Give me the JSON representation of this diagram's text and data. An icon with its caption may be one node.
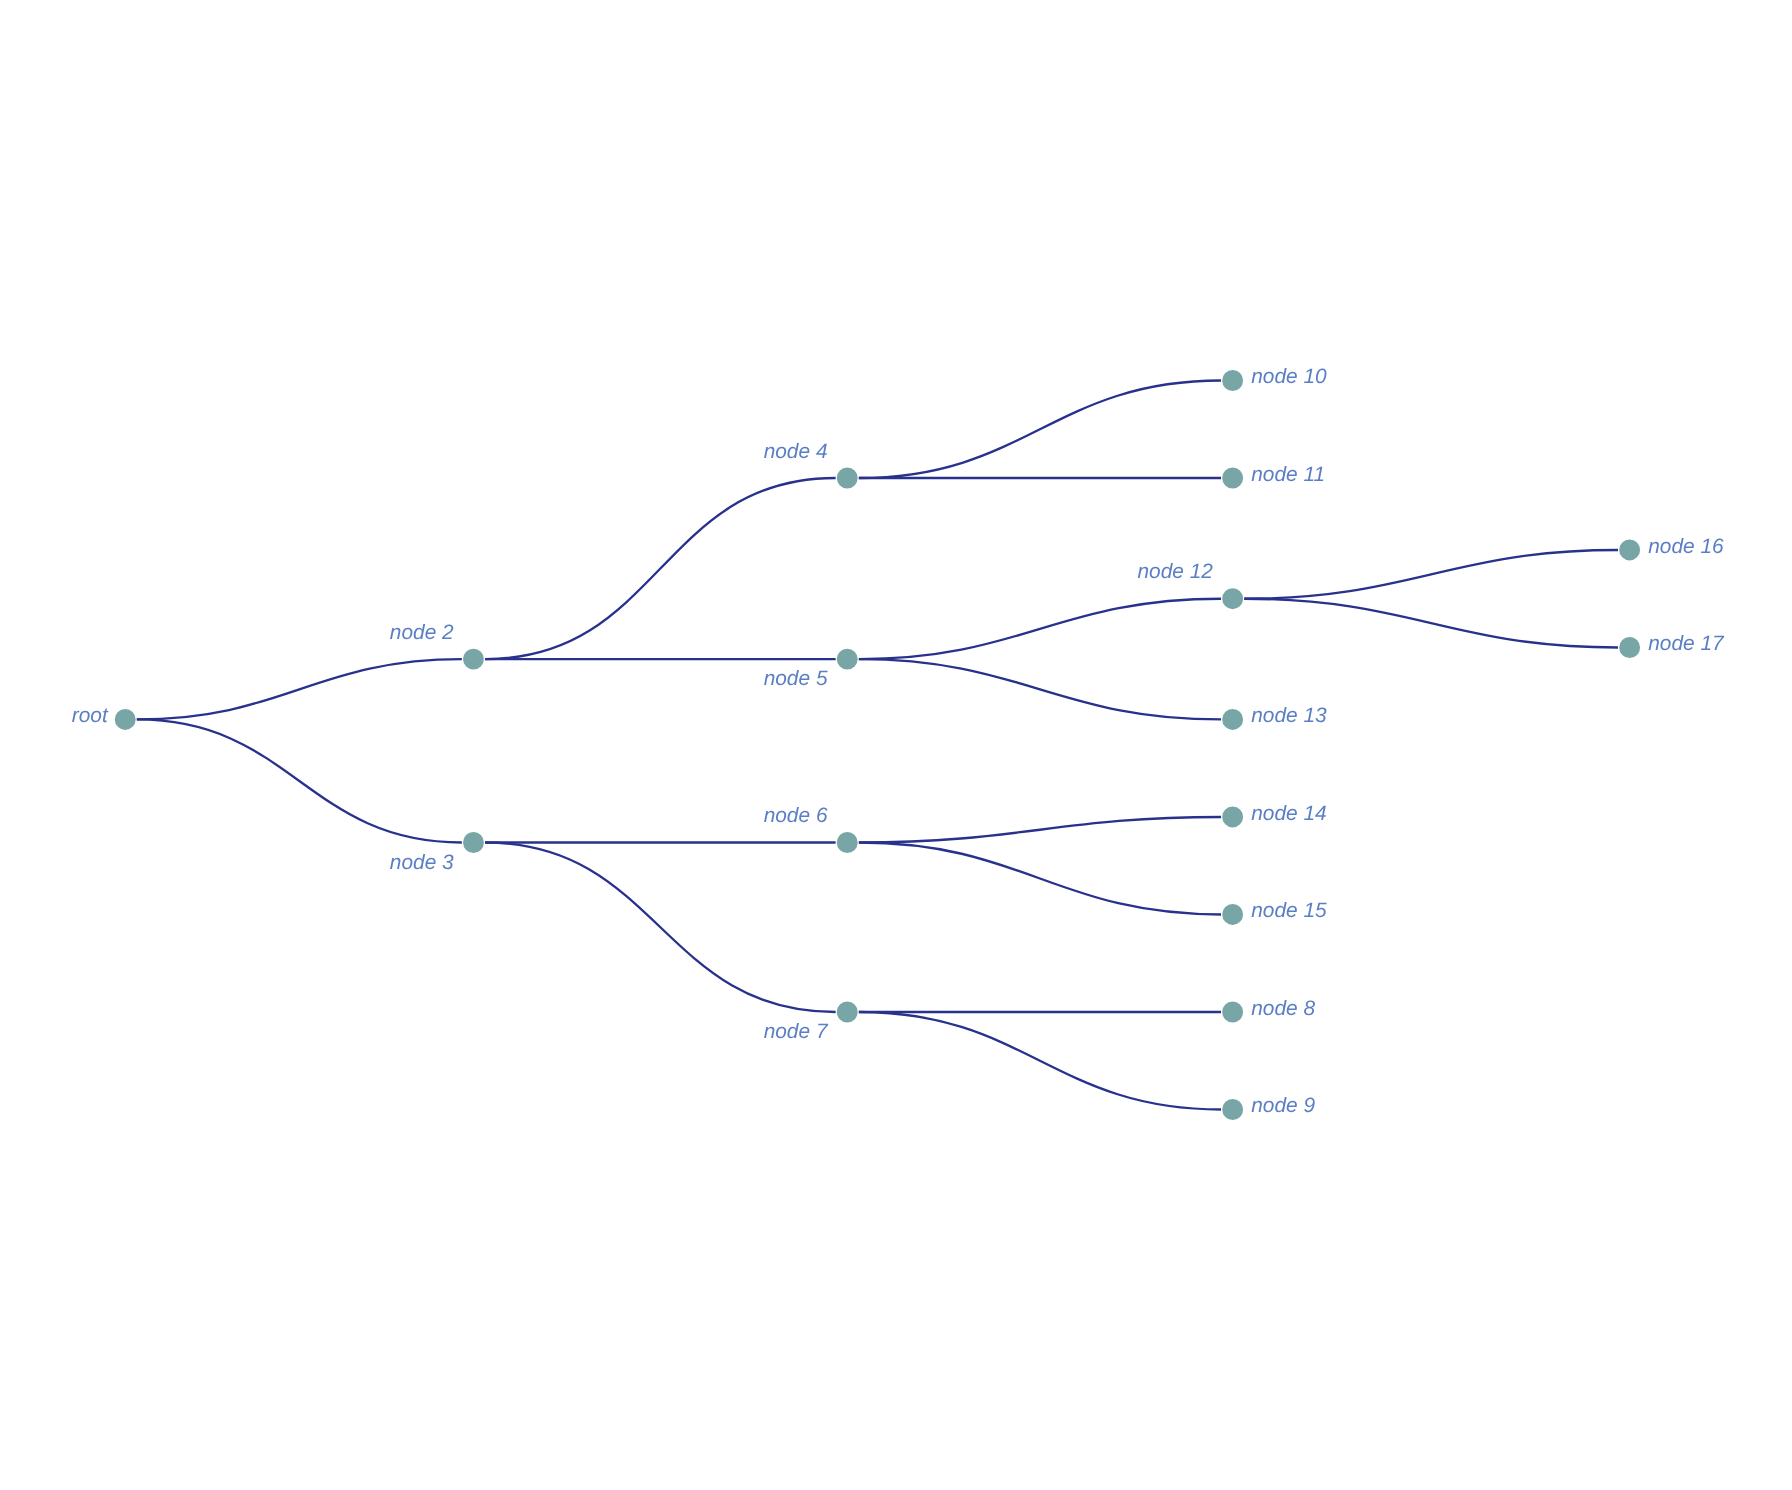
{
  "diagram": {
    "nodes": [
      {
        "text": [],
        "shape": "circle",
        "beside": [
          "root"
        ]
      },
      {
        "text": [],
        "shape": "circle",
        "beside": [
          "node 2"
        ]
      },
      {
        "text": [],
        "shape": "circle",
        "beside": [
          "node 3"
        ]
      },
      {
        "text": [],
        "shape": "circle",
        "beside": [
          "node 4"
        ]
      },
      {
        "text": [],
        "shape": "circle",
        "beside": [
          "node 5"
        ]
      },
      {
        "text": [],
        "shape": "circle",
        "beside": [
          "node 6"
        ]
      },
      {
        "text": [],
        "shape": "circle",
        "beside": [
          "node 7"
        ]
      },
      {
        "text": [],
        "shape": "circle",
        "beside": [
          "node 10"
        ]
      },
      {
        "text": [],
        "shape": "circle",
        "beside": [
          "node 11"
        ]
      },
      {
        "text": [],
        "shape": "circle",
        "beside": [
          "node 12"
        ]
      },
      {
        "text": [],
        "shape": "circle",
        "beside": [
          "node 13"
        ]
      },
      {
        "text": [],
        "shape": "circle",
        "beside": [
          "node 14"
        ]
      },
      {
        "text": [],
        "shape": "circle",
        "beside": [
          "node 15"
        ]
      },
      {
        "text": [],
        "shape": "circle",
        "beside": [
          "node 8"
        ]
      },
      {
        "text": [],
        "shape": "circle",
        "beside": [
          "node 9"
        ]
      },
      {
        "text": [],
        "shape": "circle",
        "beside": [
          "node 16"
        ]
      },
      {
        "text": [],
        "shape": "circle",
        "beside": [
          "node 17"
        ]
      }
    ],
    "edges": [
      {
        "from": 0,
        "to": 1,
        "arrow": "none"
      },
      {
        "from": 0,
        "to": 2,
        "arrow": "none"
      },
      {
        "from": 1,
        "to": 3,
        "arrow": "none"
      },
      {
        "from": 1,
        "to": 4,
        "arrow": "none"
      },
      {
        "from": 2,
        "to": 5,
        "arrow": "none"
      },
      {
        "from": 2,
        "to": 6,
        "arrow": "none"
      },
      {
        "from": 3,
        "to": 7,
        "arrow": "none"
      },
      {
        "from": 3,
        "to": 8,
        "arrow": "none"
      },
      {
        "from": 4,
        "to": 9,
        "arrow": "none"
      },
      {
        "from": 4,
        "to": 10,
        "arrow": "none"
      },
      {
        "from": 5,
        "to": 11,
        "arrow": "none"
      },
      {
        "from": 5,
        "to": 12,
        "arrow": "none"
      },
      {
        "from": 6,
        "to": 13,
        "arrow": "none"
      },
      {
        "from": 6,
        "to": 14,
        "arrow": "none"
      },
      {
        "from": 9,
        "to": 15,
        "arrow": "none"
      },
      {
        "from": 9,
        "to": 16,
        "arrow": "none"
      }
    ]
  }
}
